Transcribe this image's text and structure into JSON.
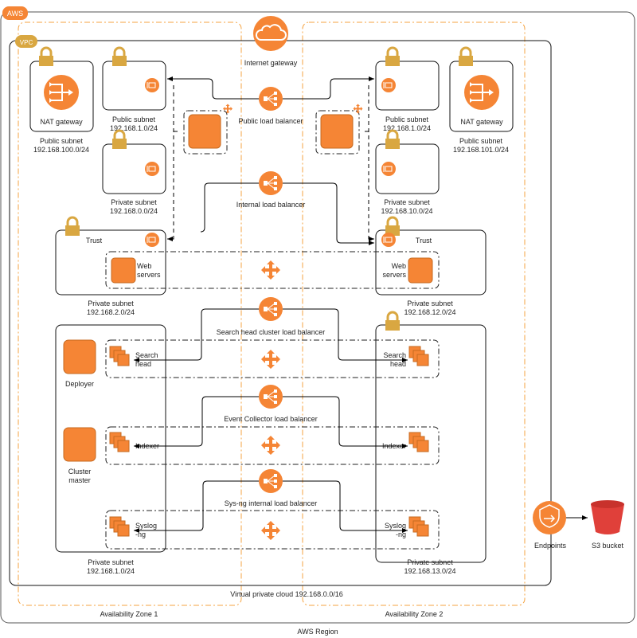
{
  "region": {
    "tag": "AWS",
    "label": "AWS Region"
  },
  "vpc": {
    "tag": "VPC",
    "label": "Virtual private cloud 192.168.0.0/16"
  },
  "zones": [
    "Availability Zone 1",
    "Availability Zone 2"
  ],
  "internet_gateway": "Internet gateway",
  "load_balancers": {
    "public": "Public load balancer",
    "internal": "Internal load balancer",
    "search": "Search head cluster load balancer",
    "event": "Event Collector load balancer",
    "syslog": "Sys-ng internal load balancer"
  },
  "left": {
    "nat": {
      "label": "NAT gateway",
      "subnet": "Public subnet",
      "cidr": "192.168.100.0/24"
    },
    "public_subnet": {
      "label": "Public subnet",
      "cidr": "192.168.1.0/24"
    },
    "private_subnet": {
      "label": "Private subnet",
      "cidr": "192.168.0.0/24"
    },
    "trust": {
      "label": "Trust",
      "subnet": "Private subnet",
      "cidr": "192.168.2.0/24"
    },
    "web": [
      "Web",
      "servers"
    ],
    "cluster": {
      "subnet": "Private subnet",
      "cidr": "192.168.1.0/24",
      "deployer": "Deployer",
      "master": [
        "Cluster",
        "master"
      ],
      "search": [
        "Search",
        "head"
      ],
      "indexer": "Indexer",
      "syslog": [
        "Syslog",
        "-ng"
      ]
    }
  },
  "right": {
    "nat": {
      "label": "NAT gateway",
      "subnet": "Public subnet",
      "cidr": "192.168.101.0/24"
    },
    "public_subnet": {
      "label": "Public subnet",
      "cidr": "192.168.1.0/24"
    },
    "private_subnet": {
      "label": "Private subnet",
      "cidr": "192.168.10.0/24"
    },
    "trust": {
      "label": "Trust",
      "subnet": "Private subnet",
      "cidr": "192.168.12.0/24"
    },
    "web": [
      "Web",
      "servers"
    ],
    "cluster": {
      "subnet": "Private subnet",
      "cidr": "192.168.13.0/24",
      "search": [
        "Search",
        "head"
      ],
      "indexer": "Indexer",
      "syslog": [
        "Syslog",
        "-ng"
      ]
    }
  },
  "endpoints": "Endpoints",
  "s3": "S3 bucket",
  "colors": {
    "orange": "#f58535",
    "gold": "#d9a741",
    "az": "#f5a340"
  }
}
